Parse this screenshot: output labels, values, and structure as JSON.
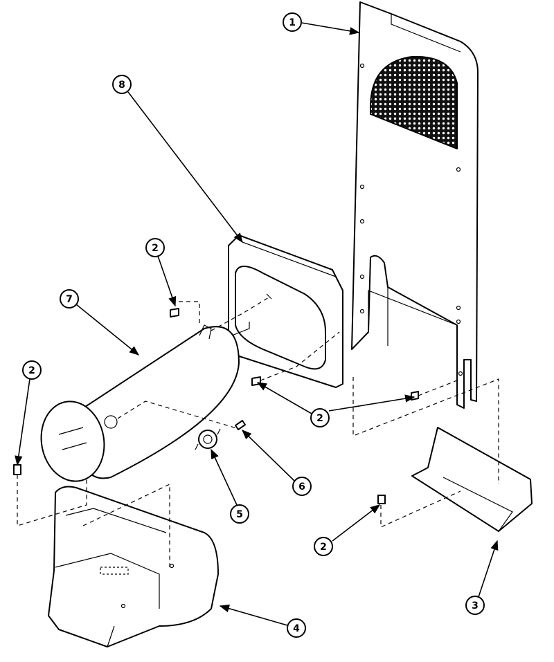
{
  "callouts": [
    {
      "id": "c1",
      "label": "1"
    },
    {
      "id": "c2a",
      "label": "2"
    },
    {
      "id": "c2b",
      "label": "2"
    },
    {
      "id": "c2c",
      "label": "2"
    },
    {
      "id": "c2d",
      "label": "2"
    },
    {
      "id": "c2e",
      "label": "2"
    },
    {
      "id": "c3",
      "label": "3"
    },
    {
      "id": "c4",
      "label": "4"
    },
    {
      "id": "c5",
      "label": "5"
    },
    {
      "id": "c6",
      "label": "6"
    },
    {
      "id": "c7",
      "label": "7"
    },
    {
      "id": "c8",
      "label": "8"
    }
  ]
}
